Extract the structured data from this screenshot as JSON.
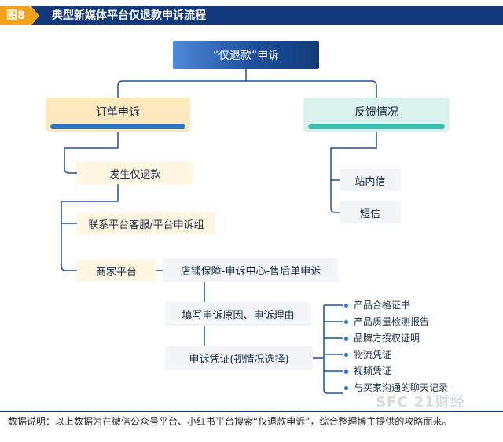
{
  "figure_label": "图8",
  "title": "典型新媒体平台仅退款申诉流程",
  "root": "“仅退款”申诉",
  "branches": {
    "order_appeal": {
      "label": "订单申诉",
      "steps": [
        "发生仅退款",
        "联系平台客服/平台申诉组",
        "商家平台"
      ]
    },
    "feedback": {
      "label": "反馈情况",
      "channels": [
        "站内信",
        "短信"
      ]
    }
  },
  "merchant_flow": [
    "店铺保障-申诉中心-售后单申诉",
    "填写申诉原因、申诉理由",
    "申诉凭证(视情况选择)"
  ],
  "evidence_items": [
    "产品合格证书",
    "产品质量检测报告",
    "品牌方授权证明",
    "物流凭证",
    "视频凭证",
    "与买家沟通的聊天记录"
  ],
  "note": "数据说明：以上数据为在微信公众号平台、小红书平台搜索“仅退款申诉”，综合整理博主提供的攻略而来。",
  "watermark": "SFC 21财经",
  "colors": {
    "title_bar": "#123a7a",
    "badge": "#f2a21b",
    "order_accent": "#2a74c4",
    "feedback_accent": "#38bfb0"
  }
}
